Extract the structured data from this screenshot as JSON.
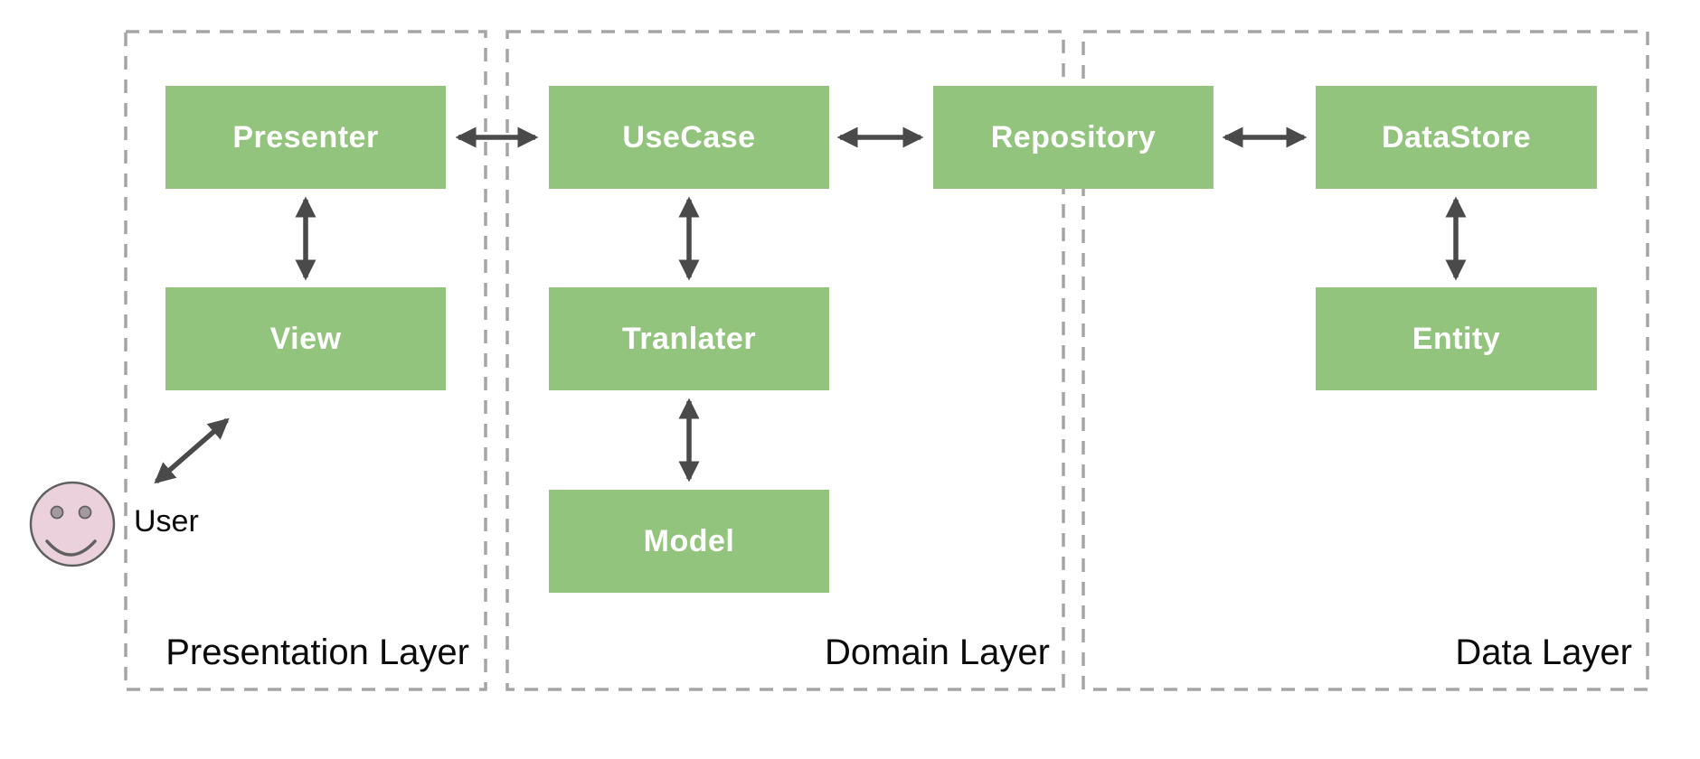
{
  "diagram": {
    "title_hint": "clean-architecture layer diagram",
    "layers": [
      {
        "id": "presentation",
        "label": "Presentation Layer"
      },
      {
        "id": "domain",
        "label": "Domain Layer"
      },
      {
        "id": "data",
        "label": "Data Layer"
      }
    ],
    "nodes": [
      {
        "id": "presenter",
        "label": "Presenter",
        "layer": "presentation"
      },
      {
        "id": "view",
        "label": "View",
        "layer": "presentation"
      },
      {
        "id": "usecase",
        "label": "UseCase",
        "layer": "domain"
      },
      {
        "id": "tranlater",
        "label": "Tranlater",
        "layer": "domain"
      },
      {
        "id": "model",
        "label": "Model",
        "layer": "domain"
      },
      {
        "id": "repository",
        "label": "Repository",
        "layer": "domain/data boundary"
      },
      {
        "id": "datastore",
        "label": "DataStore",
        "layer": "data"
      },
      {
        "id": "entity",
        "label": "Entity",
        "layer": "data"
      }
    ],
    "actor": {
      "id": "user",
      "label": "User",
      "icon": "smiley-face-icon"
    },
    "edges": [
      {
        "from": "user",
        "to": "view",
        "style": "bidirectional"
      },
      {
        "from": "presenter",
        "to": "view",
        "style": "bidirectional"
      },
      {
        "from": "presenter",
        "to": "usecase",
        "style": "bidirectional"
      },
      {
        "from": "usecase",
        "to": "tranlater",
        "style": "bidirectional"
      },
      {
        "from": "tranlater",
        "to": "model",
        "style": "bidirectional"
      },
      {
        "from": "usecase",
        "to": "repository",
        "style": "bidirectional"
      },
      {
        "from": "repository",
        "to": "datastore",
        "style": "bidirectional"
      },
      {
        "from": "datastore",
        "to": "entity",
        "style": "bidirectional"
      }
    ],
    "colors": {
      "node_fill": "#93c47d",
      "node_text": "#ffffff",
      "layer_border": "#a5a5a5",
      "arrow": "#4a4a4a",
      "label_text": "#0b0b0b",
      "actor_fill": "#ead1dc",
      "actor_stroke": "#606060",
      "background": "#ffffff"
    }
  }
}
